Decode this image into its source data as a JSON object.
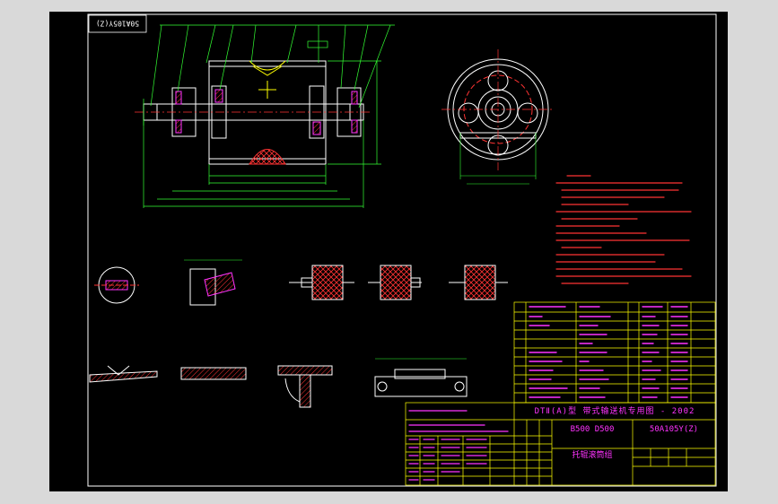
{
  "title_block": {
    "standard": "DTⅡ(A)型 带式输送机专用图 - 2002",
    "drawing_number": "50A105Y(Z)",
    "drawing_number_stamp": "50A105Y(Z)",
    "spec": "B500 D500",
    "part_name": "托辊滚筒组"
  },
  "colors": {
    "background": "#000000",
    "frame": "#ffffff",
    "outline": "#ffffff",
    "leader": "#33ff33",
    "notes": "#ff3333",
    "table_text": "#ff33ff",
    "table_lines": "#ffff00",
    "center_line": "#ff3333",
    "hatch": "#ff3333"
  }
}
